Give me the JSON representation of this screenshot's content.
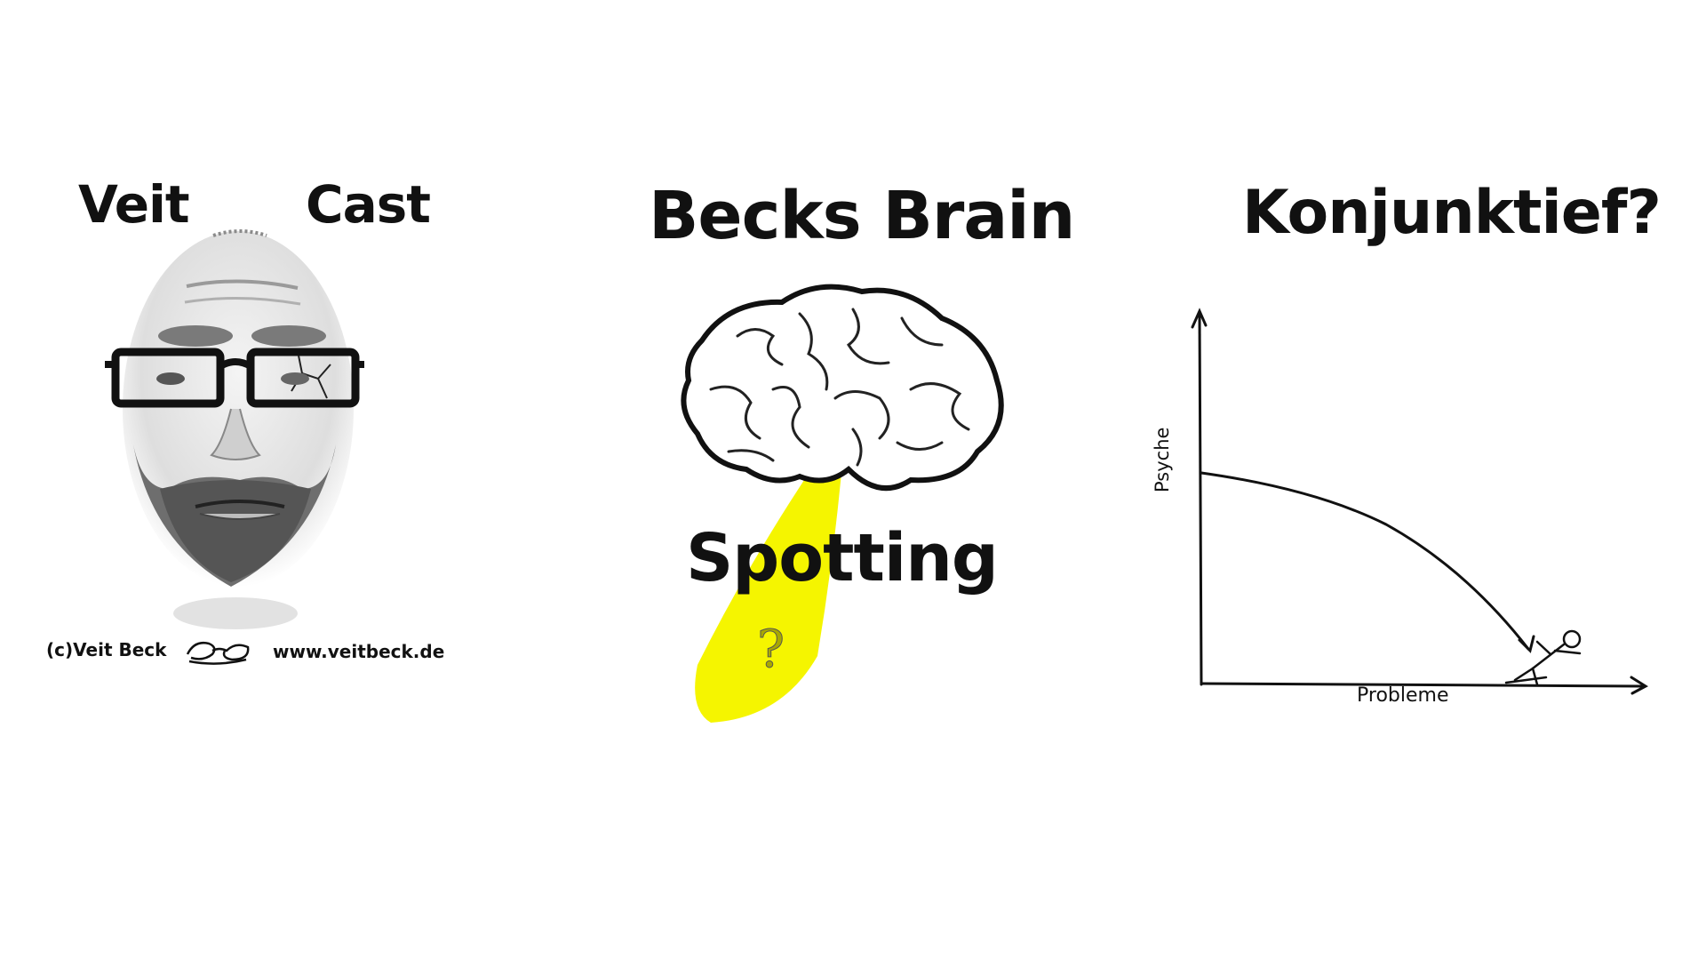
{
  "panel_portrait": {
    "title_left": "Veit",
    "title_right": "Cast",
    "copyright": "(c)Veit Beck",
    "website": "www.veitbeck.de"
  },
  "panel_brain": {
    "title": "Becks Brain",
    "spotlight_label": "Spotting",
    "spotlight_symbol": "?",
    "spotlight_color": "#f5f500"
  },
  "panel_chart": {
    "title": "Konjunktief?",
    "y_axis_label": "Psyche",
    "x_axis_label": "Probleme"
  }
}
